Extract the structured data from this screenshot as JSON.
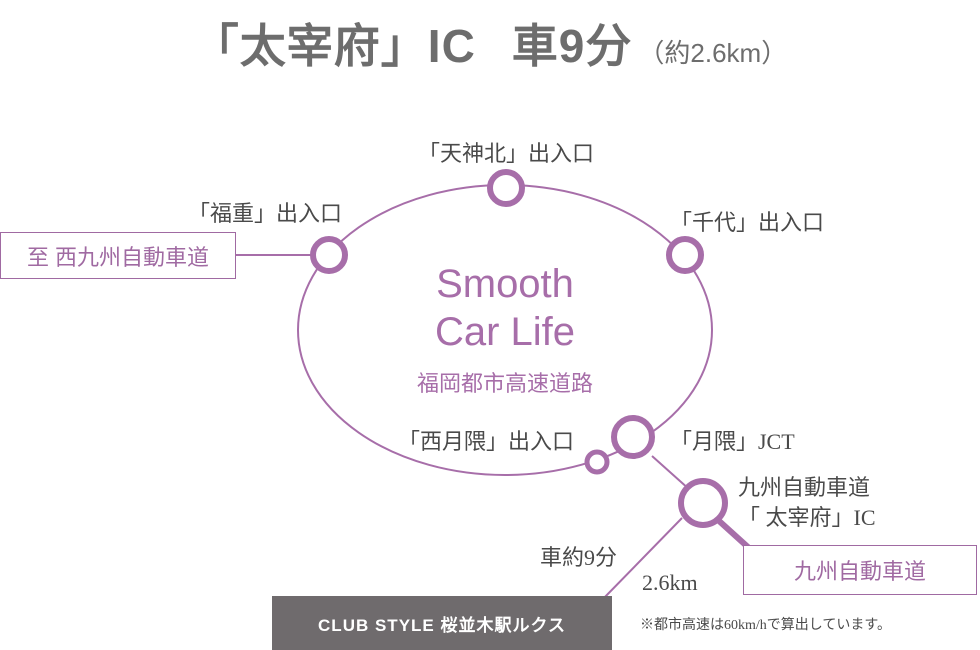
{
  "headline": {
    "main": "「太宰府」IC",
    "drive": "車9分",
    "distance": "（約2.6km）"
  },
  "center": {
    "line1": "Smooth",
    "line2": "Car Life",
    "line3": "福岡都市高速道路"
  },
  "ramps": {
    "tenjin_kita": "「天神北」出入口",
    "fukushige": "「福重」出入口",
    "chiyo": "「千代」出入口",
    "nishi_tsukiguma": "「西月隈」出入口",
    "tsukiguma_jct": "「月隈」JCT",
    "dazaifu_ic_line1": "九州自動車道",
    "dazaifu_ic_line2": "「 太宰府」IC"
  },
  "boxes": {
    "west": "至 西九州自動車道",
    "kyushu": "九州自動車道"
  },
  "route": {
    "time": "車約9分",
    "distance": "2.6km"
  },
  "station": "CLUB STYLE 桜並木駅ルクス",
  "note": "※都市高速は60km/hで算出しています。",
  "colors": {
    "accent": "#a76ea9",
    "text": "#4a4a4a",
    "headline": "#6d6d6d",
    "station_bg": "#6f6b6d"
  }
}
